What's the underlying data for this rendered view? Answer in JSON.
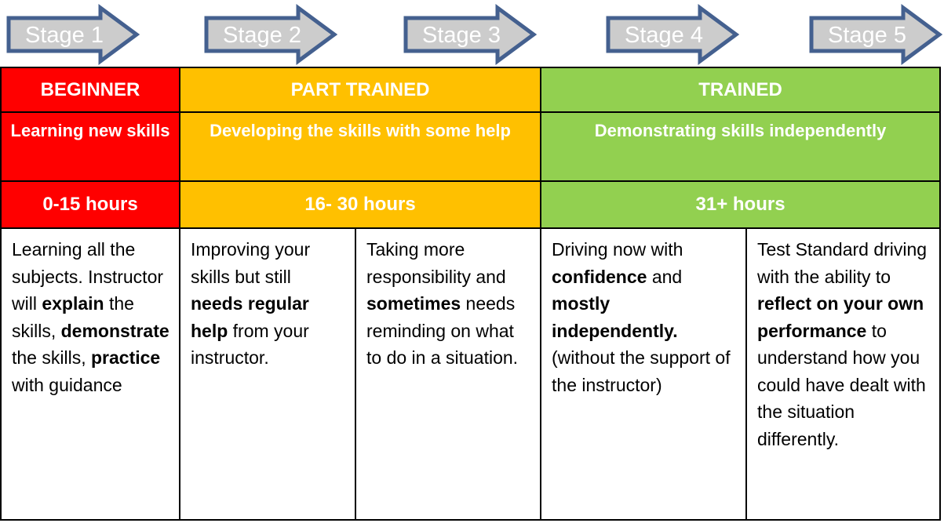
{
  "colors": {
    "red": "#FF0000",
    "amber": "#FFC000",
    "orange": "#E97132",
    "light_green": "#92D050",
    "green": "#00B050",
    "arrow_outline": "#44608F",
    "table_border": "#000000",
    "text_light": "#FFFFFF",
    "text_dark": "#000000"
  },
  "stages": [
    {
      "label": "Stage 1",
      "color": "#FF0000"
    },
    {
      "label": "Stage 2",
      "color": "#FFC000"
    },
    {
      "label": "Stage 3",
      "color": "#E97132"
    },
    {
      "label": "Stage 4",
      "color": "#92D050"
    },
    {
      "label": "Stage 5",
      "color": "#00B050"
    }
  ],
  "levels": [
    {
      "name": "BEGINNER",
      "description": "Learning new skills",
      "hours": "0-15 hours",
      "color": "#FF0000"
    },
    {
      "name": "PART TRAINED",
      "description": "Developing the skills with some help",
      "hours": "16- 30 hours",
      "color": "#FFC000"
    },
    {
      "name": "TRAINED",
      "description": "Demonstrating skills independently",
      "hours": "31+ hours",
      "color": "#92D050"
    }
  ],
  "details": [
    {
      "segments": [
        {
          "text": "Learning all the subjects. Instructor will ",
          "bold": false
        },
        {
          "text": "explain",
          "bold": true
        },
        {
          "text": " the skills, ",
          "bold": false
        },
        {
          "text": "demonstrate",
          "bold": true
        },
        {
          "text": " the skills, ",
          "bold": false
        },
        {
          "text": "practice",
          "bold": true
        },
        {
          "text": " with guidance",
          "bold": false
        }
      ]
    },
    {
      "segments": [
        {
          "text": "Improving your skills but still ",
          "bold": false
        },
        {
          "text": "needs regular help",
          "bold": true
        },
        {
          "text": " from your instructor.",
          "bold": false
        }
      ]
    },
    {
      "segments": [
        {
          "text": "Taking more responsibility and ",
          "bold": false
        },
        {
          "text": "sometimes",
          "bold": true
        },
        {
          "text": " needs reminding on what to do in a situation.",
          "bold": false
        }
      ]
    },
    {
      "segments": [
        {
          "text": "Driving now with ",
          "bold": false
        },
        {
          "text": "confidence",
          "bold": true
        },
        {
          "text": " and ",
          "bold": false
        },
        {
          "text": "mostly independently.",
          "bold": true
        },
        {
          "text": " (without the support of the instructor)",
          "bold": false
        }
      ]
    },
    {
      "segments": [
        {
          "text": "Test Standard driving with the ability to ",
          "bold": false
        },
        {
          "text": "reflect on your own performance",
          "bold": true
        },
        {
          "text": " to understand how you could have dealt with the situation differently.",
          "bold": false
        }
      ]
    }
  ]
}
